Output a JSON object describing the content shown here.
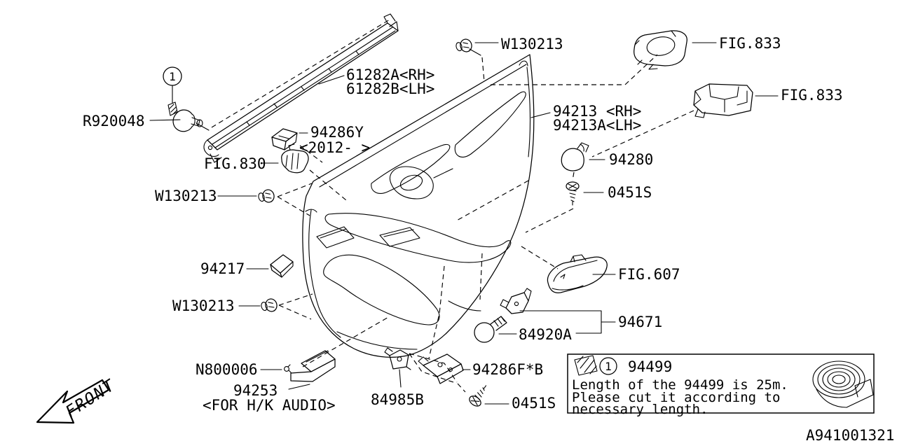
{
  "diagram": {
    "footer_code": "A941001321",
    "front_label": "FRONT",
    "colors": {
      "ink": "#000000",
      "background": "#ffffff"
    },
    "callouts": {
      "w130213_top": "W130213",
      "fig833_top": "FIG.833",
      "p61282a": "61282A<RH>",
      "p61282b": "61282B<LH>",
      "r920048": "R920048",
      "p94286y": "94286Y",
      "p94286y_year": "<2012-    >",
      "fig830": "FIG.830",
      "w130213_mid": "W130213",
      "p94213_rh": "94213 <RH>",
      "p94213a_lh": "94213A<LH>",
      "fig833_mid": "FIG.833",
      "p94280": "94280",
      "p0451s_top": "0451S",
      "fig607": "FIG.607",
      "p94217": "94217",
      "w130213_low": "W130213",
      "p94671": "94671",
      "p84920a": "84920A",
      "n800006": "N800006",
      "p94253": "94253",
      "p94253_note": "<FOR H/K AUDIO>",
      "p84985b": "84985B",
      "p94286fb": "94286F*B",
      "p0451s_low": "0451S",
      "callout_marker": "1"
    },
    "legend": {
      "marker": "1",
      "part_number": "94499",
      "note_lines": [
        "Length of the 94499 is 25m.",
        "Please cut it according to",
        "necessary length."
      ]
    }
  }
}
